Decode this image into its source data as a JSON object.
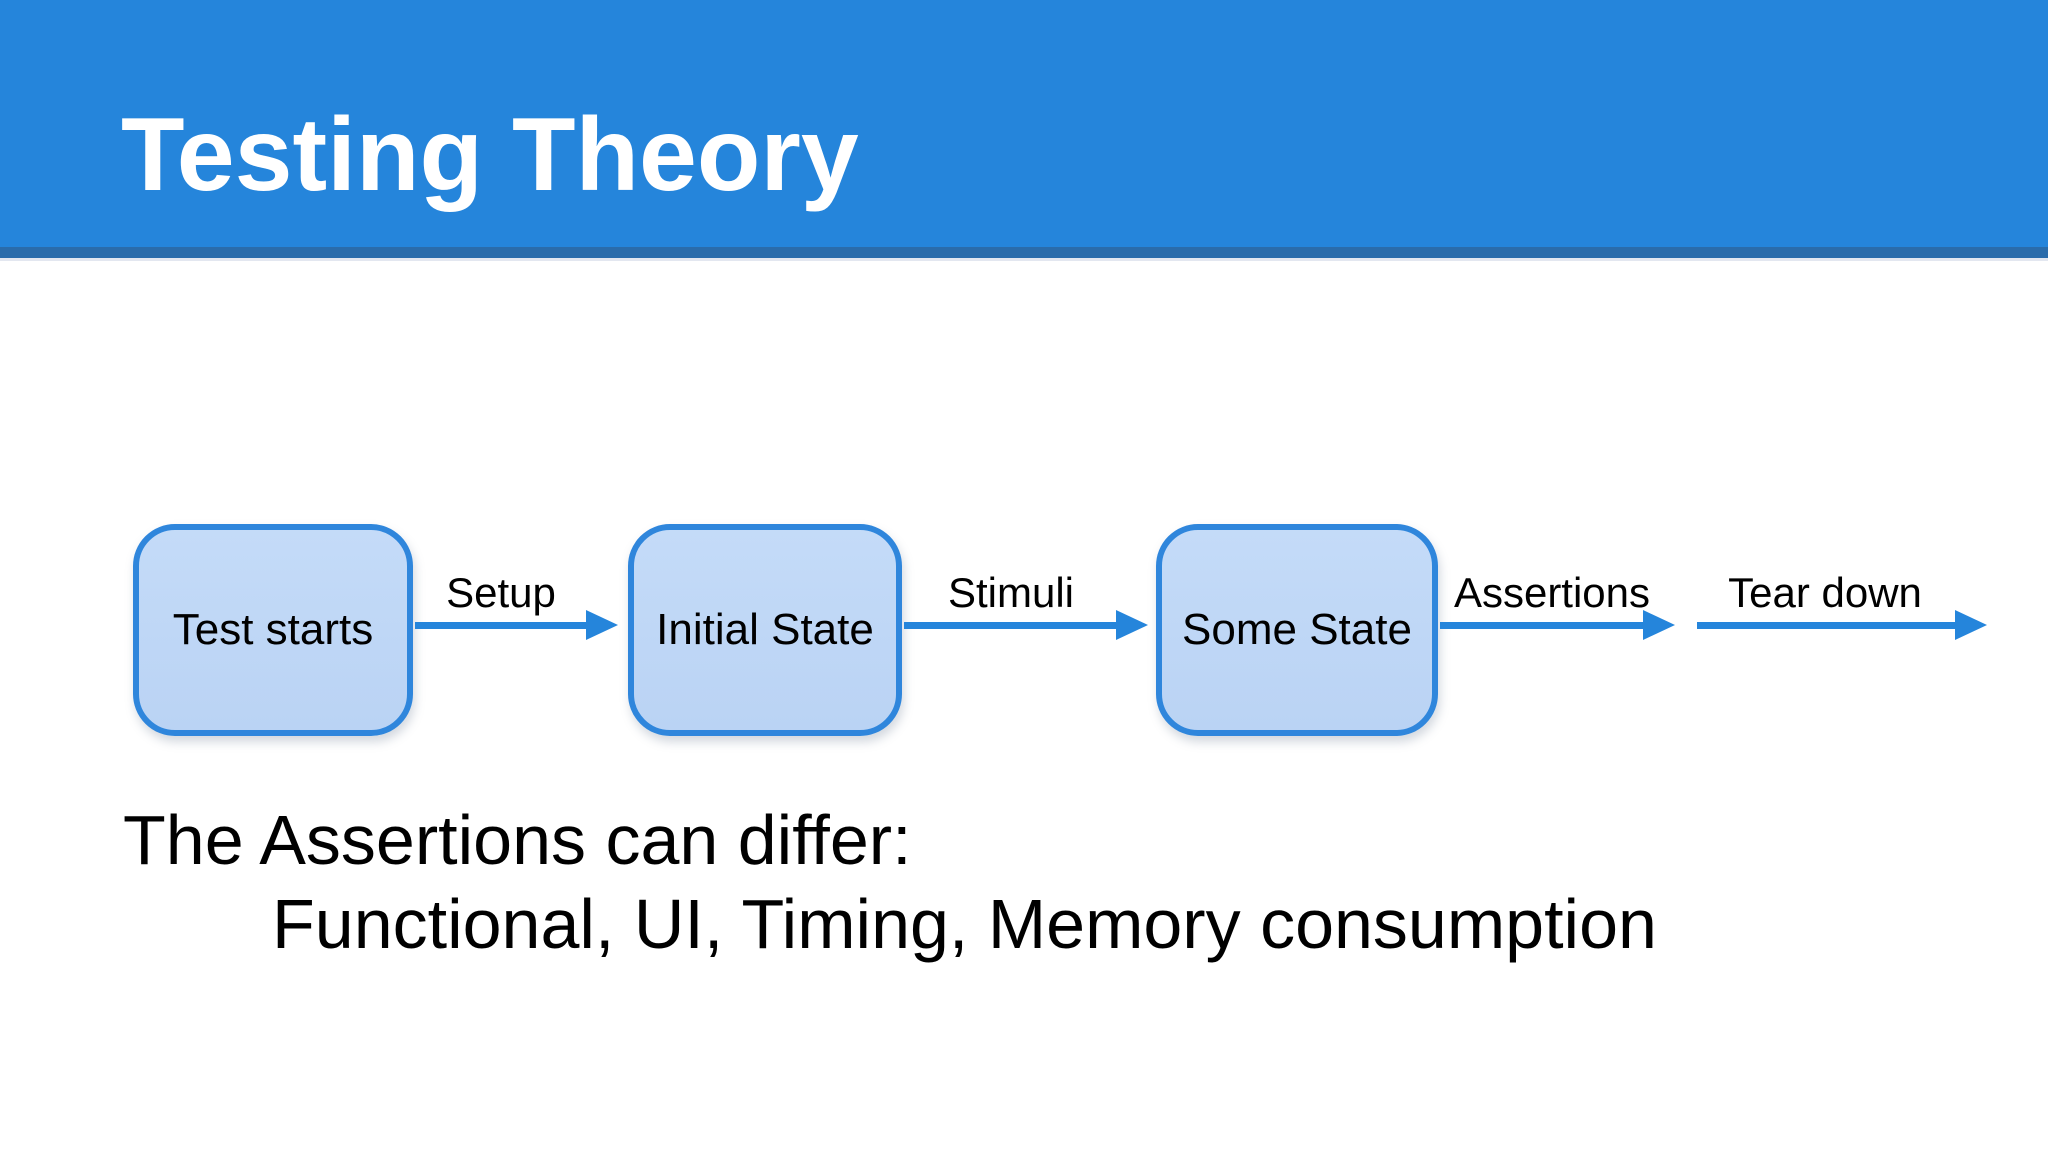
{
  "slide": {
    "title": "Testing Theory",
    "flow": {
      "nodes": [
        {
          "label": "Test starts"
        },
        {
          "label": "Initial State"
        },
        {
          "label": "Some State"
        }
      ],
      "transitions": [
        {
          "label": "Setup"
        },
        {
          "label": "Stimuli"
        },
        {
          "label": "Assertions"
        },
        {
          "label": "Tear down"
        }
      ]
    },
    "notes": {
      "line1": "The Assertions can differ:",
      "line2": "Functional, UI, Timing, Memory consumption"
    },
    "colors": {
      "header_blue": "#2585DB",
      "header_stripe": "#2A6CAB",
      "box_fill": "#BDD6F6",
      "box_border": "#2F86DC",
      "arrow": "#2585DB",
      "title_text": "#FFFFFF",
      "body_text": "#000000"
    }
  }
}
